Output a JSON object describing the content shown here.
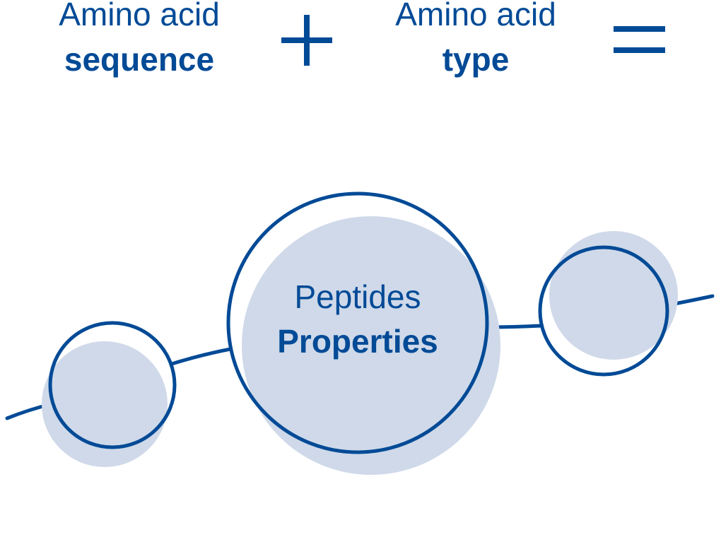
{
  "colors": {
    "primary": "#014a96",
    "fill": "#cfd9e9",
    "background": "#ffffff"
  },
  "header": {
    "term1": {
      "line1": "Amino acid",
      "line2": "sequence"
    },
    "operator_plus": "+",
    "term2": {
      "line1": "Amino acid",
      "line2": "type"
    },
    "operator_equals": "="
  },
  "center_node": {
    "line1": "Peptides",
    "line2": "Properties"
  }
}
